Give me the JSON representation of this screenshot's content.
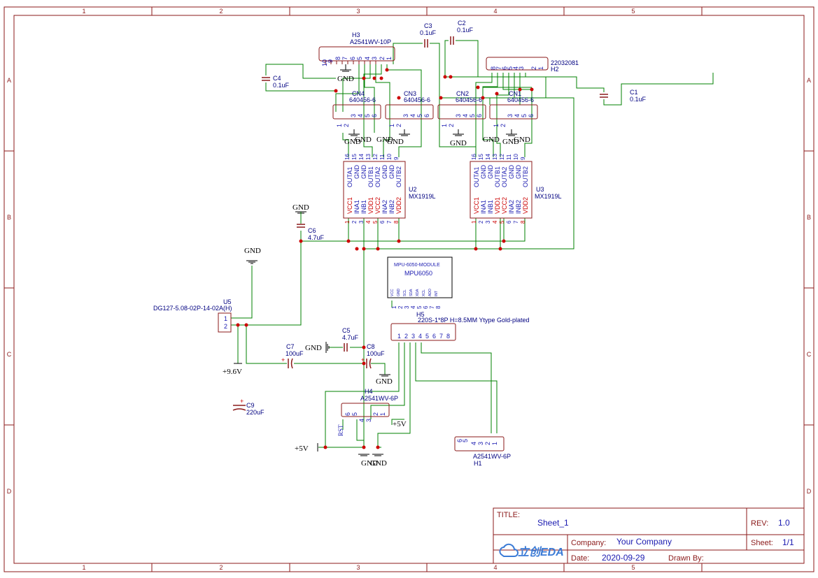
{
  "sheet": {
    "columns": [
      "1",
      "2",
      "3",
      "4",
      "5"
    ],
    "rows": [
      "A",
      "B",
      "C",
      "D"
    ]
  },
  "title_block": {
    "title_label": "TITLE:",
    "title": "Sheet_1",
    "rev_label": "REV:",
    "rev": "1.0",
    "company_label": "Company:",
    "company": "Your Company",
    "sheet_label": "Sheet:",
    "sheet_no": "1/1",
    "date_label": "Date:",
    "date": "2020-09-29",
    "drawn_label": "Drawn By:",
    "logo_text": "立创EDA"
  },
  "components": {
    "h3": {
      "ref": "H3",
      "value": "A2541WV-10P",
      "pins": [
        "10",
        "9",
        "8",
        "7",
        "6",
        "5",
        "4",
        "3",
        "2",
        "1"
      ]
    },
    "h2": {
      "ref": "H2",
      "value": "22032081",
      "pins": [
        "8",
        "7",
        "6",
        "5",
        "4",
        "3",
        "2",
        "1"
      ]
    },
    "c1": {
      "ref": "C1",
      "value": "0.1uF"
    },
    "c2": {
      "ref": "C2",
      "value": "0.1uF"
    },
    "c3": {
      "ref": "C3",
      "value": "0.1uF"
    },
    "c4": {
      "ref": "C4",
      "value": "0.1uF"
    },
    "c5": {
      "ref": "C5",
      "value": "4.7uF"
    },
    "c6": {
      "ref": "C6",
      "value": "4.7uF"
    },
    "c7": {
      "ref": "C7",
      "value": "100uF"
    },
    "c8": {
      "ref": "C8",
      "value": "100uF"
    },
    "c9": {
      "ref": "C9",
      "value": "220uF"
    },
    "cn4": {
      "ref": "CN4",
      "value": "640456-6",
      "pins": [
        "1",
        "2",
        "3",
        "4",
        "5",
        "6"
      ]
    },
    "cn3": {
      "ref": "CN3",
      "value": "640456-6",
      "pins": [
        "1",
        "2",
        "3",
        "4",
        "5",
        "6"
      ]
    },
    "cn2": {
      "ref": "CN2",
      "value": "640456-6",
      "pins": [
        "1",
        "2",
        "3",
        "4",
        "5",
        "6"
      ]
    },
    "cn1": {
      "ref": "CN1",
      "value": "640456-6",
      "pins": [
        "1",
        "2",
        "3",
        "4",
        "5",
        "6"
      ]
    },
    "u2": {
      "ref": "U2",
      "value": "MX1919L",
      "top_pins": [
        "16",
        "15",
        "14",
        "13",
        "12",
        "11",
        "10",
        "9"
      ],
      "top_names": [
        "OUTA1",
        "GND",
        "GND",
        "OUTB1",
        "OUTA2",
        "GND",
        "GND",
        "OUTB2"
      ],
      "bottom_pins": [
        "1",
        "2",
        "3",
        "4",
        "5",
        "6",
        "7",
        "8"
      ],
      "bottom_names": [
        "VCC1",
        "INA1",
        "INB1",
        "VDD1",
        "VCC2",
        "INA2",
        "INB2",
        "VDD2"
      ]
    },
    "u3": {
      "ref": "U3",
      "value": "MX1919L",
      "top_pins": [
        "16",
        "15",
        "14",
        "13",
        "12",
        "11",
        "10",
        "9"
      ],
      "top_names": [
        "OUTA1",
        "GND",
        "GND",
        "OUTB1",
        "OUTA2",
        "GND",
        "GND",
        "OUTB2"
      ],
      "bottom_pins": [
        "1",
        "2",
        "3",
        "4",
        "5",
        "6",
        "7",
        "8"
      ],
      "bottom_names": [
        "VCC1",
        "INA1",
        "INB1",
        "VDD1",
        "VCC2",
        "INA2",
        "INB2",
        "VDD2"
      ]
    },
    "mpu": {
      "module": "MPU-6050-MODULE",
      "name": "MPU6050",
      "pin_names": [
        "VCC",
        "GND",
        "SCL",
        "SDA",
        "XDA",
        "XCL",
        "ADO",
        "INT"
      ],
      "pins": [
        "1",
        "2",
        "3",
        "4",
        "5",
        "6",
        "7",
        "8"
      ]
    },
    "h5": {
      "ref": "H5",
      "value": "220S-1*8P H=8.5MM Ytype Gold-plated",
      "pins": [
        "1",
        "2",
        "3",
        "4",
        "5",
        "6",
        "7",
        "8"
      ]
    },
    "u5": {
      "ref": "U5",
      "value": "DG127-5.08-02P-14-02A(H)",
      "pins": [
        "1",
        "2"
      ]
    },
    "h4": {
      "ref": "H4",
      "value": "A2541WV-6P",
      "pins": [
        "6",
        "5",
        "4",
        "3",
        "2",
        "1"
      ],
      "pin6_label": "RST"
    },
    "h1": {
      "ref": "H1",
      "value": "A2541WV-6P",
      "pins": [
        "6",
        "5",
        "4",
        "3",
        "2",
        "1"
      ]
    }
  },
  "nets": {
    "gnd": "GND",
    "v96": "+9.6V",
    "v5": "+5V"
  },
  "colors": {
    "border": "#8b1a1a",
    "wire": "#008000",
    "component": "#8b1a1a",
    "pin_number": "#1a1ab0",
    "power_pin": "#cc0000",
    "junction": "#cc0000",
    "net_label": "#000000"
  }
}
